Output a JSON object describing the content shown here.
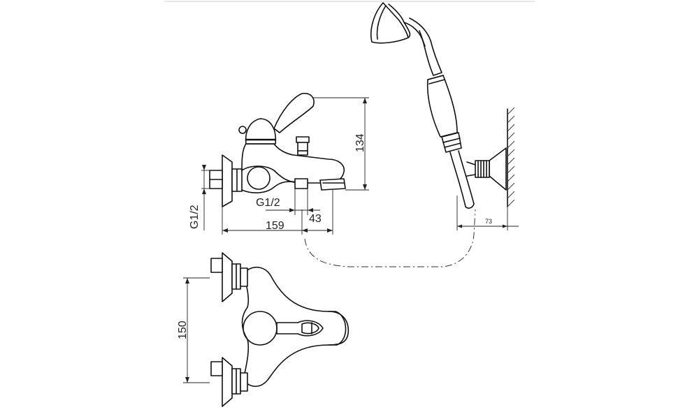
{
  "dimensions": {
    "height_spout": "134",
    "thread_left": "G1/2",
    "thread_spout": "G1/2",
    "depth_total": "159",
    "depth_spout": "43",
    "wall_offset": "73",
    "center_distance": "150"
  },
  "colors": {
    "line": "#111111",
    "background": "#ffffff"
  }
}
